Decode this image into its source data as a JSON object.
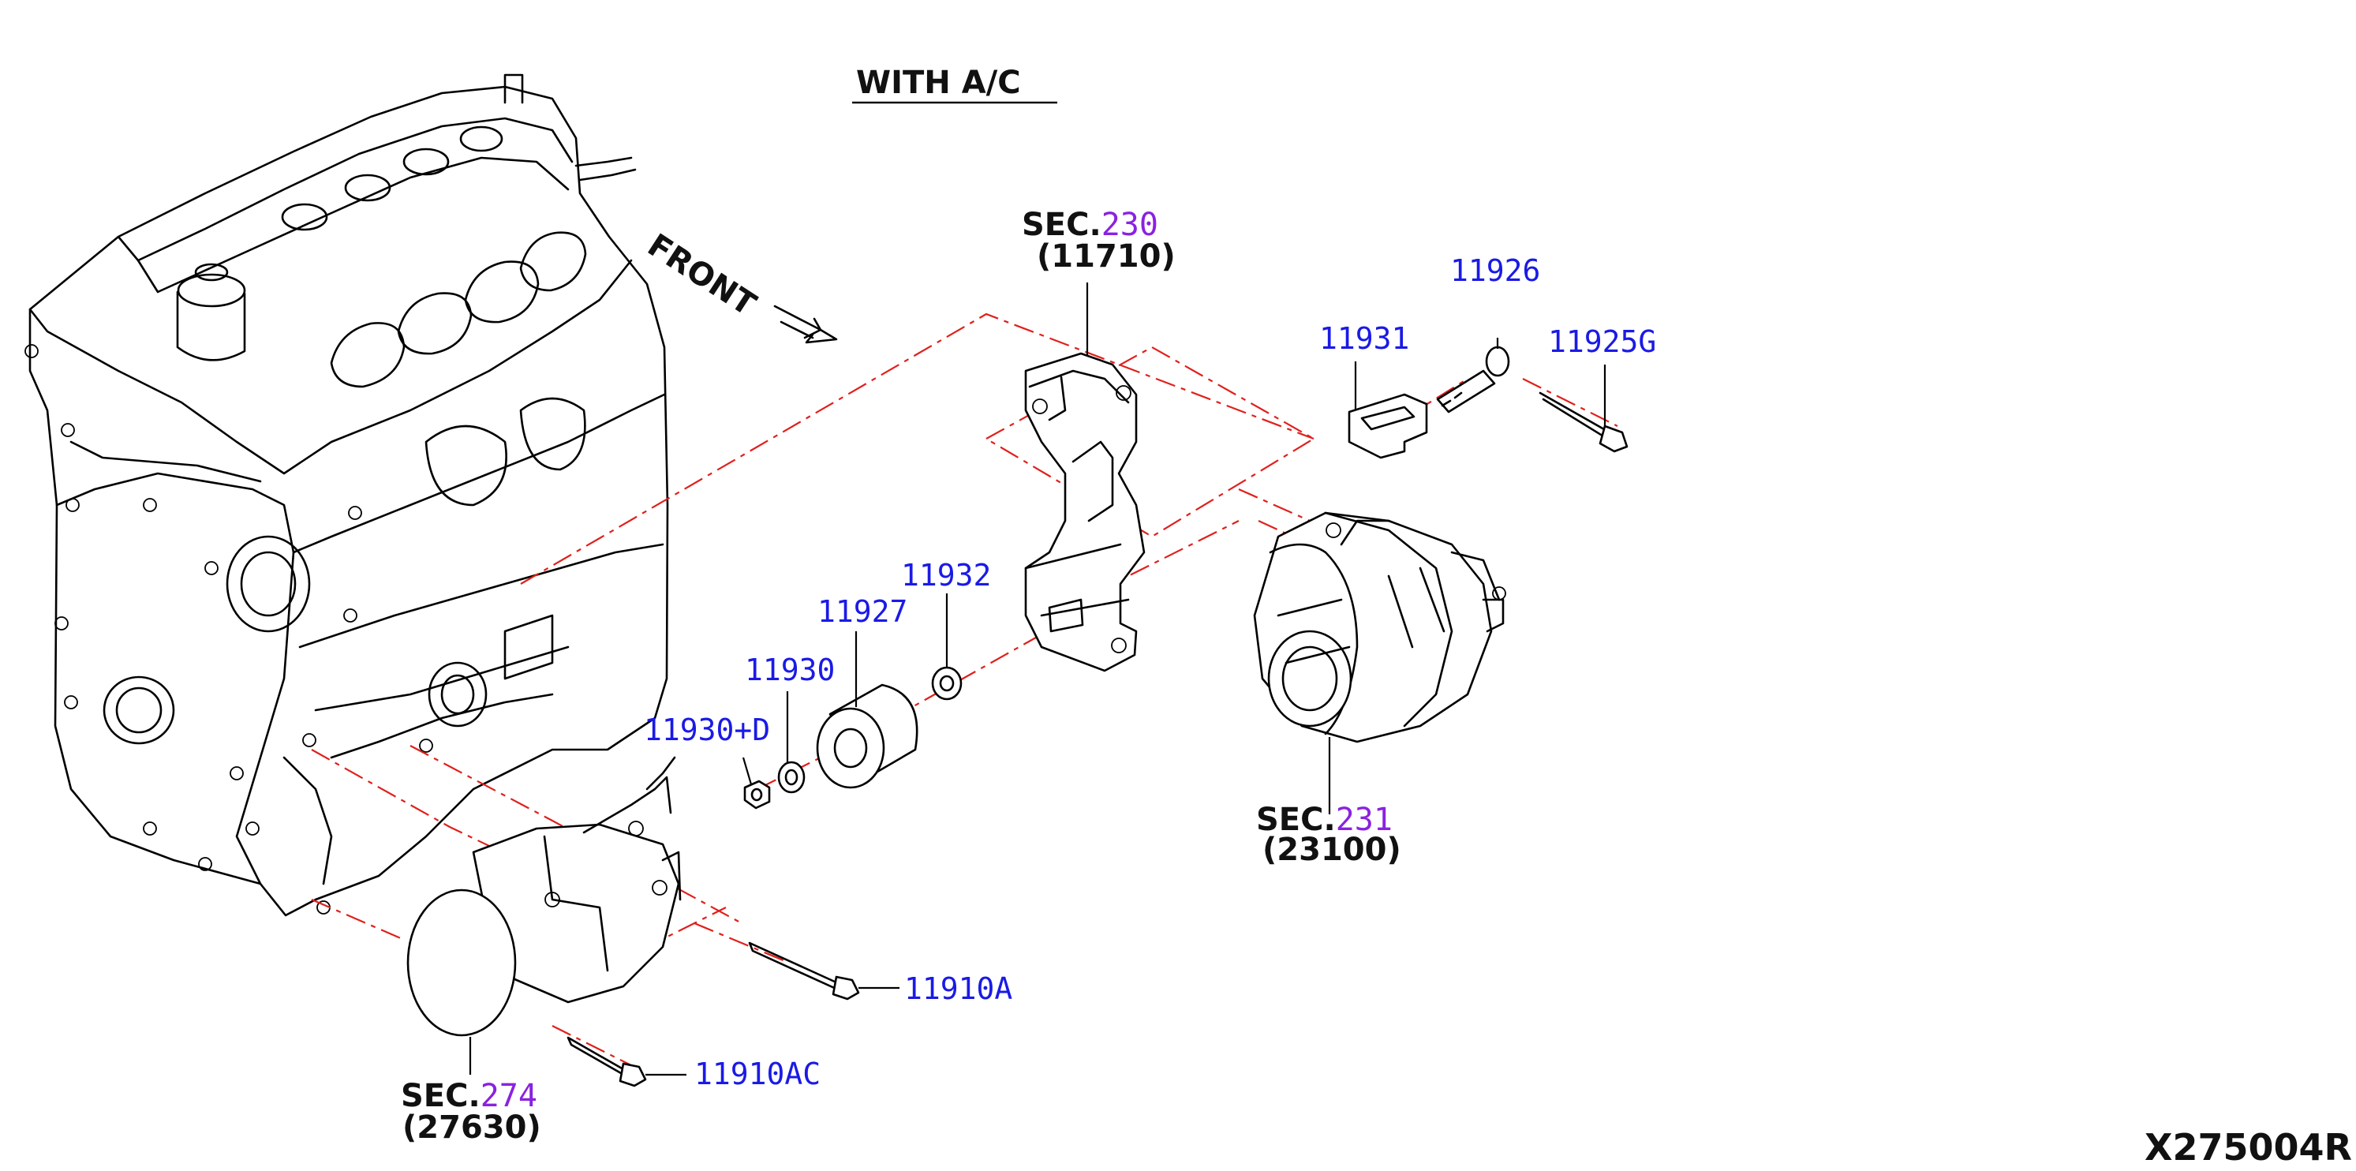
{
  "header": {
    "title": "WITH A/C",
    "front_label": "FRONT"
  },
  "sections": [
    {
      "prefix": "SEC.",
      "number": "230",
      "sub": "(11710)"
    },
    {
      "prefix": "SEC.",
      "number": "231",
      "sub": "(23100)"
    },
    {
      "prefix": "SEC.",
      "number": "274",
      "sub": "(27630)"
    }
  ],
  "parts": {
    "p11926": "11926",
    "p11931": "11931",
    "p11925G": "11925G",
    "p11932": "11932",
    "p11927": "11927",
    "p11930": "11930",
    "p11930D": "11930+D",
    "p11910A": "11910A",
    "p11910AC": "11910AC"
  },
  "reference_code": "X275004R",
  "colors": {
    "part_number": "#1a1ae6",
    "section_number": "#8a22e0",
    "phantom_line": "#e0201c"
  }
}
